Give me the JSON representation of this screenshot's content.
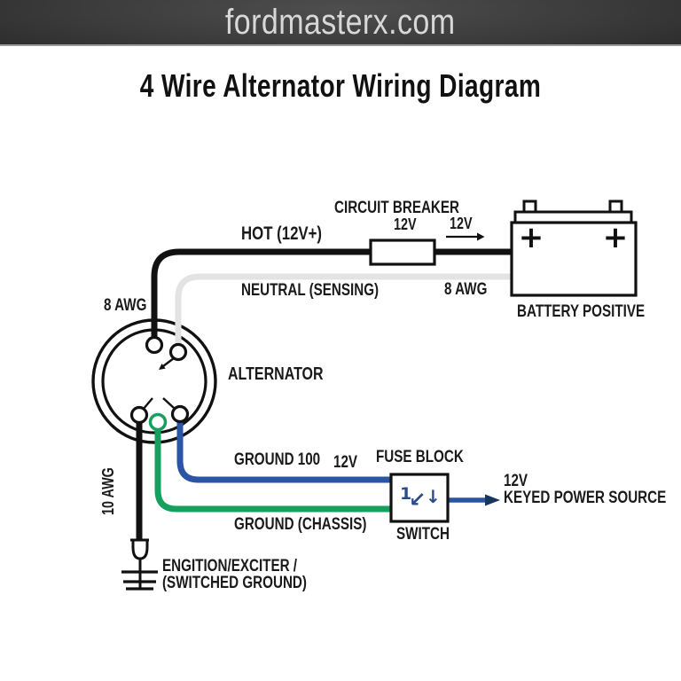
{
  "header": {
    "site": "fordmasterx.com"
  },
  "title": "4 Wire Alternator Wiring Diagram",
  "wires": {
    "hot_label": "HOT (12V+)",
    "hot_gauge": "8 AWG",
    "neutral_label": "NEUTRAL (SENSING)",
    "neutral_gauge": "8 AWG",
    "exciter_gauge": "10 AWG",
    "ground_label": "GROUND 100",
    "ground_voltage": "12V",
    "chassis_label": "GROUND (CHASSIS)",
    "exciter_label_line1": "ENGITION/EXCITER /",
    "exciter_label_line2": "(SWITCHED GROUND)"
  },
  "breaker": {
    "label": "CIRCUIT BREAKER",
    "voltage": "12V"
  },
  "flow_arrow": {
    "voltage": "12V"
  },
  "battery": {
    "label": "BATTERY POSITIVE",
    "plus": "+"
  },
  "alternator": {
    "label": "ALTERNATOR"
  },
  "switch": {
    "label_top": "FUSE BLOCK",
    "label_bottom": "SWITCH",
    "symbols": [
      "1",
      "↙",
      "↓"
    ]
  },
  "output": {
    "voltage": "12V",
    "label": "KEYED POWER SOURCE"
  },
  "colors": {
    "wire_black": "#111111",
    "wire_neutral": "#e3e3e3",
    "wire_blue": "#2a55a4",
    "wire_green": "#16a05d",
    "arrow_navy": "#16355f",
    "outline": "#111111",
    "switch_symbol": "#2a4a8a",
    "header_bg": "#3a3a3a",
    "header_text": "#d8d8d8"
  }
}
